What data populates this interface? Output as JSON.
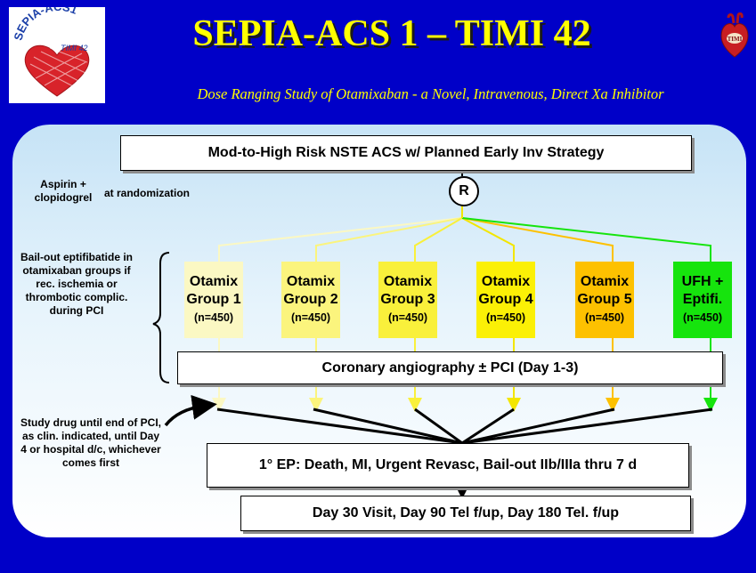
{
  "header": {
    "title": "SEPIA-ACS 1 – TIMI 42",
    "subtitle": "Dose Ranging Study of Otamixaban - a Novel, Intravenous, Direct Xa Inhibitor",
    "logo_left_text": "SEPIA-ACS1",
    "logo_left_subtext": "TIMI 42",
    "logo_right_text": "TIMI"
  },
  "diagram": {
    "population": "Mod-to-High Risk NSTE ACS w/ Planned Early Inv Strategy",
    "background_therapy": "Aspirin + clopidogrel",
    "randomization_timing": "at randomization",
    "randomization_symbol": "R",
    "bailout_note": "Bail-out eptifibatide in otamixaban groups if rec. ischemia or thrombotic complic. during PCI",
    "groups": [
      {
        "line1": "Otamix",
        "line2": "Group 1",
        "n": "(n=450)",
        "color": "#fbf8c3"
      },
      {
        "line1": "Otamix",
        "line2": "Group 2",
        "n": "(n=450)",
        "color": "#fbf47d"
      },
      {
        "line1": "Otamix",
        "line2": "Group 3",
        "n": "(n=450)",
        "color": "#f9f03b"
      },
      {
        "line1": "Otamix",
        "line2": "Group 4",
        "n": "(n=450)",
        "color": "#fbf006"
      },
      {
        "line1": "Otamix",
        "line2": "Group 5",
        "n": "(n=450)",
        "color": "#fdc100"
      },
      {
        "line1": "UFH +",
        "line2": "Eptifi.",
        "n": "(n=450)",
        "color": "#16e40d"
      }
    ],
    "procedure": "Coronary angiography ± PCI (Day 1-3)",
    "study_drug_note": "Study drug until end of PCI, as clin. indicated, until Day 4 or hospital d/c, whichever comes first",
    "primary_endpoint": "1° EP: Death, MI, Urgent Revasc, Bail-out IIb/IIIa thru 7 d",
    "followup": "Day 30 Visit, Day 90 Tel f/up, Day 180 Tel. f/up"
  }
}
